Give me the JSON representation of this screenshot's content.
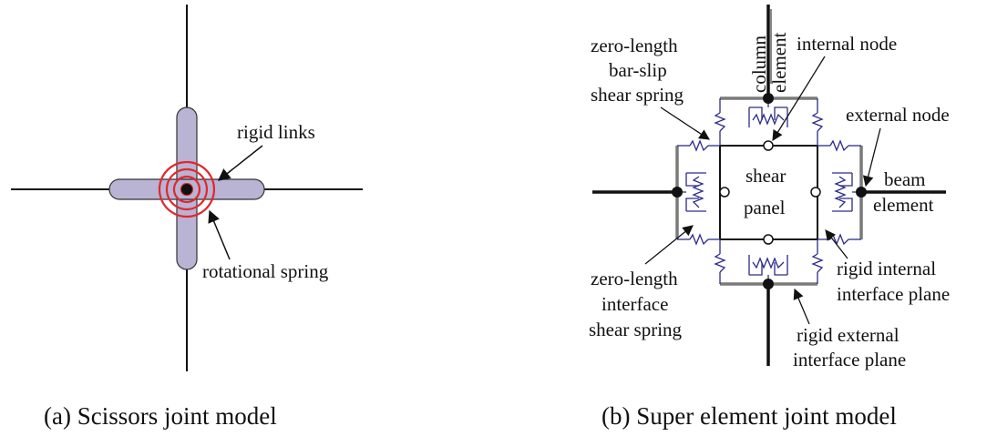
{
  "panel_a": {
    "caption": "(a) Scissors joint model",
    "labels": {
      "rigid_links": "rigid links",
      "rotational_spring": "rotational spring"
    }
  },
  "panel_b": {
    "caption": "(b) Super element joint model",
    "labels": {
      "column_element_1": "column",
      "column_element_2": "element",
      "internal_node": "internal node",
      "external_node": "external node",
      "barslip_1": "zero-length",
      "barslip_2": "bar-slip",
      "barslip_3": "shear spring",
      "shear_panel_1": "shear",
      "shear_panel_2": "panel",
      "beam_element_1": "beam",
      "beam_element_2": "element",
      "interface_1": "zero-length",
      "interface_2": "interface",
      "interface_3": "shear spring",
      "rigid_internal_1": "rigid internal",
      "rigid_internal_2": "interface plane",
      "rigid_external_1": "rigid external",
      "rigid_external_2": "interface plane"
    }
  },
  "colors": {
    "spring": "#2b2b8c",
    "rotational_spring": "#e3262b",
    "rigid_link_fill": "#b9b3d4",
    "rigid_plane": "#7a7a7a",
    "line": "#111111"
  }
}
